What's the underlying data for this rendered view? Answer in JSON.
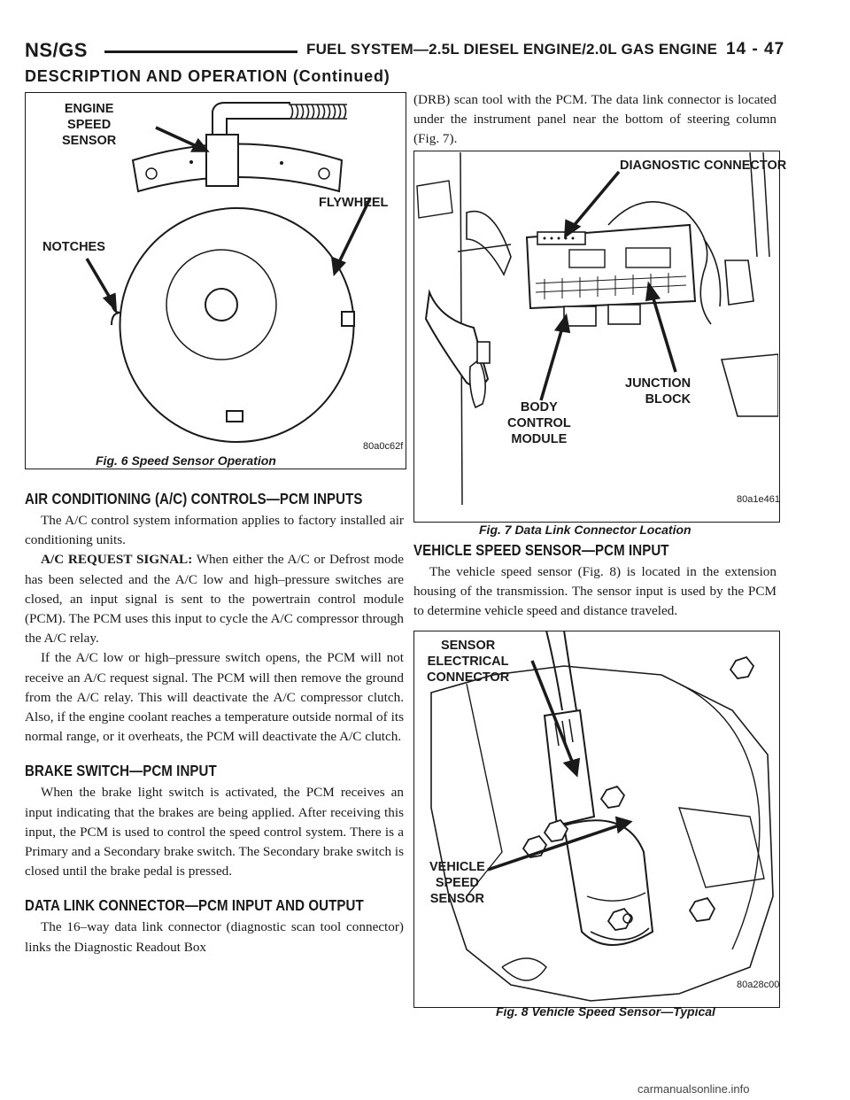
{
  "header": {
    "left": "NS/GS",
    "title": "FUEL SYSTEM—2.5L DIESEL ENGINE/2.0L GAS ENGINE",
    "page": "14 - 47"
  },
  "section_heading": "DESCRIPTION AND OPERATION (Continued)",
  "fig6": {
    "callouts": {
      "engine_speed_sensor": "ENGINE\nSPEED\nSENSOR",
      "flywheel": "FLYWHEEL",
      "notches": "NOTCHES"
    },
    "code": "80a0c62f",
    "caption": "Fig. 6 Speed Sensor Operation"
  },
  "fig7": {
    "callouts": {
      "diagnostic_connector": "DIAGNOSTIC CONNECTOR",
      "junction_block": "JUNCTION\nBLOCK",
      "body_control_module": "BODY\nCONTROL\nMODULE"
    },
    "code": "80a1e461",
    "caption": "Fig. 7 Data Link Connector Location"
  },
  "fig8": {
    "callouts": {
      "sensor_electrical_connector": "SENSOR\nELECTRICAL\nCONNECTOR",
      "vehicle_speed_sensor": "VEHICLE\nSPEED\nSENSOR"
    },
    "code": "80a28c00",
    "caption": "Fig. 8 Vehicle Speed Sensor—Typical"
  },
  "left_column": {
    "ac_heading": "AIR CONDITIONING (A/C) CONTROLS—PCM INPUTS",
    "ac_p1": "The A/C control system information applies to factory installed air conditioning units.",
    "ac_p2_lead": "A/C REQUEST SIGNAL:",
    "ac_p2_body": " When either the A/C or Defrost mode has been selected and the A/C low and high–pressure switches are closed, an input signal is sent to the powertrain control module (PCM). The PCM uses this input to cycle the A/C compressor through the A/C relay.",
    "ac_p3": "If the A/C low or high–pressure switch opens, the PCM will not receive an A/C request signal. The PCM will then remove the ground from the A/C relay. This will deactivate the A/C compressor clutch. Also, if the engine coolant reaches a temperature outside normal of its normal range, or it overheats, the PCM will deactivate the A/C clutch.",
    "brake_heading": "BRAKE SWITCH—PCM INPUT",
    "brake_p1": "When the brake light switch is activated, the PCM receives an input indicating that the brakes are being applied. After receiving this input, the PCM is used to control the speed control system. There is a Primary and a Secondary brake switch. The Secondary brake switch is closed until the brake pedal is pressed.",
    "dlc_heading": "DATA LINK CONNECTOR—PCM INPUT AND OUTPUT",
    "dlc_p1": "The 16–way data link connector (diagnostic scan tool connector) links the Diagnostic Readout Box"
  },
  "right_column": {
    "dlc_cont": "(DRB) scan tool with the PCM. The data link connector is located under the instrument panel near the bottom of steering column (Fig. 7).",
    "vss_heading": "VEHICLE SPEED SENSOR—PCM INPUT",
    "vss_p1": "The vehicle speed sensor (Fig. 8) is located in the extension housing of the transmission. The sensor input is used by the PCM to determine vehicle speed and distance traveled."
  },
  "footer": {
    "watermark": "carmanualsonline.info"
  }
}
